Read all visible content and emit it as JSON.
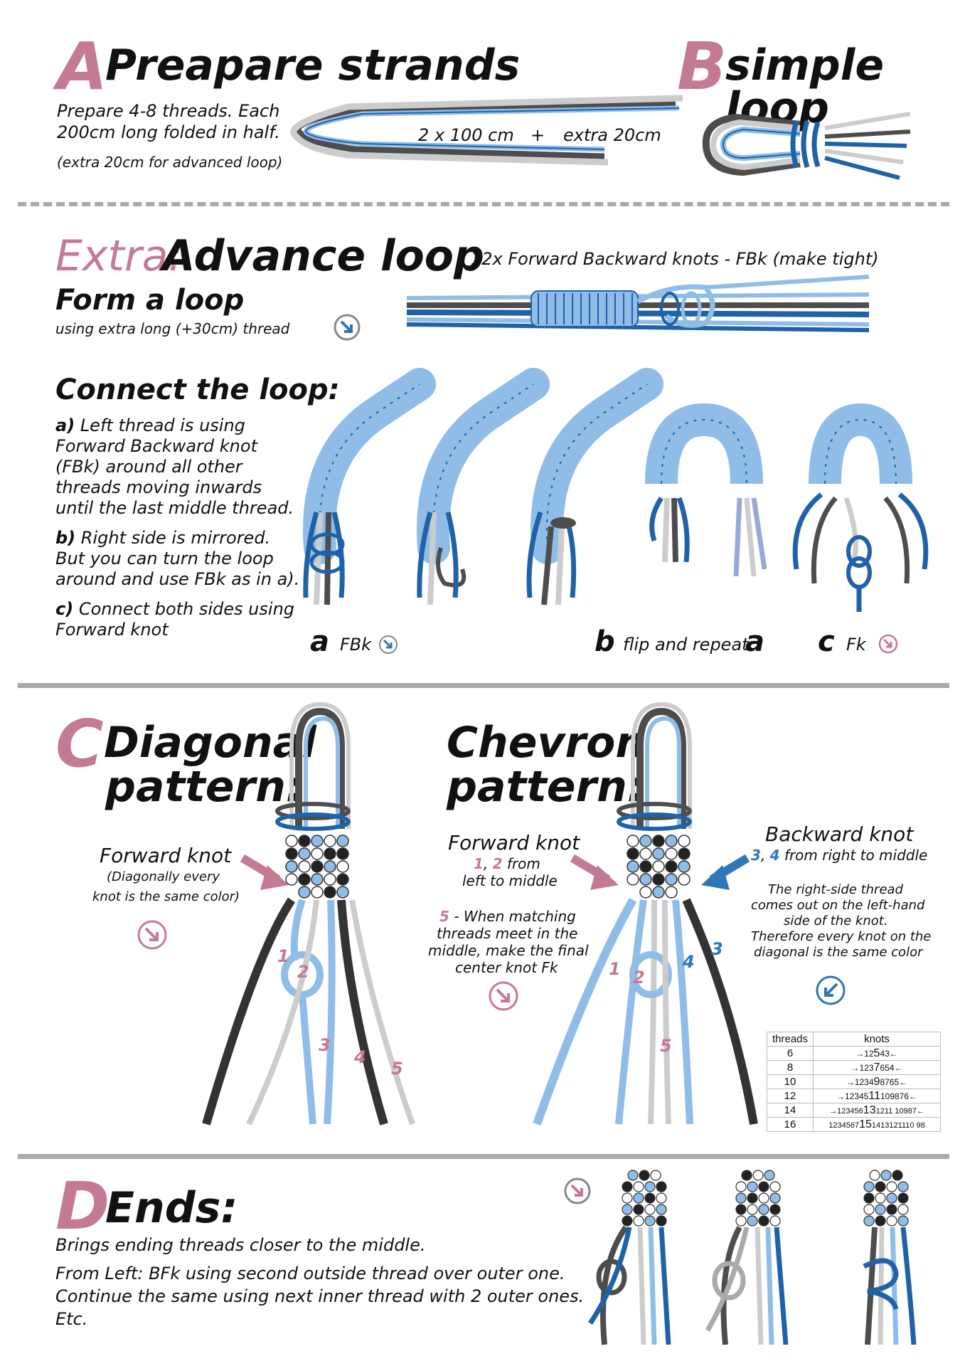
{
  "sectionA": {
    "letter": "A",
    "title": "Preapare strands",
    "desc_line1": "Prepare 4-8 threads. Each",
    "desc_line2": "200cm long  folded in half.",
    "desc_line3": "(extra 20cm for advanced loop)",
    "length_label": "2 x 100 cm",
    "plus": "+",
    "extra_label": "extra 20cm"
  },
  "sectionB": {
    "letter": "B",
    "title": "simple loop"
  },
  "extra": {
    "prefix": "Extra:",
    "title": "Advance loop",
    "knots_caption": "12x Forward Backward knots - FBk (make tight)",
    "form_title": "Form a loop",
    "form_sub": "using extra long (+30cm) thread",
    "connect_title": "Connect the loop:",
    "step_a_letter": "a)",
    "step_a_l1": "Left thread is using",
    "step_a_l2": "Forward Backward knot",
    "step_a_l3": "(FBk) around all other",
    "step_a_l4": "threads moving inwards",
    "step_a_l5": "until the last middle thread.",
    "step_b_letter": "b)",
    "step_b_l1": "Right side is mirrored.",
    "step_b_l2": "But you can turn the loop",
    "step_b_l3": "around and use FBk as in a).",
    "step_c_letter": "c)",
    "step_c_l1": "Connect both sides using",
    "step_c_l2": "Forward knot",
    "cap_a_letter": "a",
    "cap_a_text": "FBk",
    "cap_b_letter": "b",
    "cap_b_text": "flip and repeat",
    "cap_b_letter2": "a",
    "cap_c_letter": "c",
    "cap_c_text": "Fk"
  },
  "sectionC": {
    "letter": "C",
    "diag_title1": "Diagonal",
    "diag_title2": "pattern:",
    "fk_title": "Forward knot",
    "fk_sub1": "(Diagonally every",
    "fk_sub2": "knot is the same color)",
    "diag_nums": [
      "1",
      "2",
      "3",
      "4",
      "5"
    ],
    "chev_title1": "Chevron",
    "chev_title2": "pattern:",
    "chev_fk_title": "Forward knot",
    "chev_fk_n1": "1",
    "chev_fk_comma": ",",
    "chev_fk_n2": "2",
    "chev_fk_from": "from",
    "chev_fk_l2": "left to middle",
    "chev_5_num": "5",
    "chev_5_l1": "- When matching",
    "chev_5_l2": "threads meet in the",
    "chev_5_l3": "middle, make the final",
    "chev_5_l4": "center knot Fk",
    "bk_title": "Backward knot",
    "bk_n1": "3",
    "bk_comma": ",",
    "bk_n2": "4",
    "bk_rest": "from right to middle",
    "bk_note1": "The right-side thread",
    "bk_note2": "comes out on the left-hand",
    "bk_note3": "side of the knot.",
    "bk_note4": "Therefore every knot on the",
    "bk_note5": "diagonal is the same color",
    "chev_nums": [
      "1",
      "2",
      "3",
      "4",
      "5"
    ],
    "table": {
      "col1": "threads",
      "col2": "knots",
      "rows": [
        {
          "threads": "6",
          "pre": "→12",
          "mid": "5",
          "post": "43←"
        },
        {
          "threads": "8",
          "pre": "→123",
          "mid": "7",
          "post": "654←"
        },
        {
          "threads": "10",
          "pre": "→1234",
          "mid": "9",
          "post": "8765←"
        },
        {
          "threads": "12",
          "pre": "→12345",
          "mid": "11",
          "post": "109876←"
        },
        {
          "threads": "14",
          "pre": "→123456",
          "mid": "13",
          "post": "1211 10987←"
        },
        {
          "threads": "16",
          "pre": "1234567",
          "mid": "15",
          "post": "1413121110 98"
        }
      ]
    }
  },
  "sectionD": {
    "letter": "D",
    "title": "Ends:",
    "l1": "Brings ending threads closer to the middle.",
    "l2": "From Left: BFk using second outside thread over outer one.",
    "l3": "Continue the same using next inner thread with 2 outer ones.",
    "l4": "Etc."
  },
  "colors": {
    "accent_pink": "#c47a92",
    "thread_blue_dark": "#1f62a8",
    "thread_blue_light": "#8fbde8",
    "thread_gray_dark": "#4d4d4d",
    "thread_gray_light": "#cccccc",
    "divider": "#a9a9a9"
  }
}
